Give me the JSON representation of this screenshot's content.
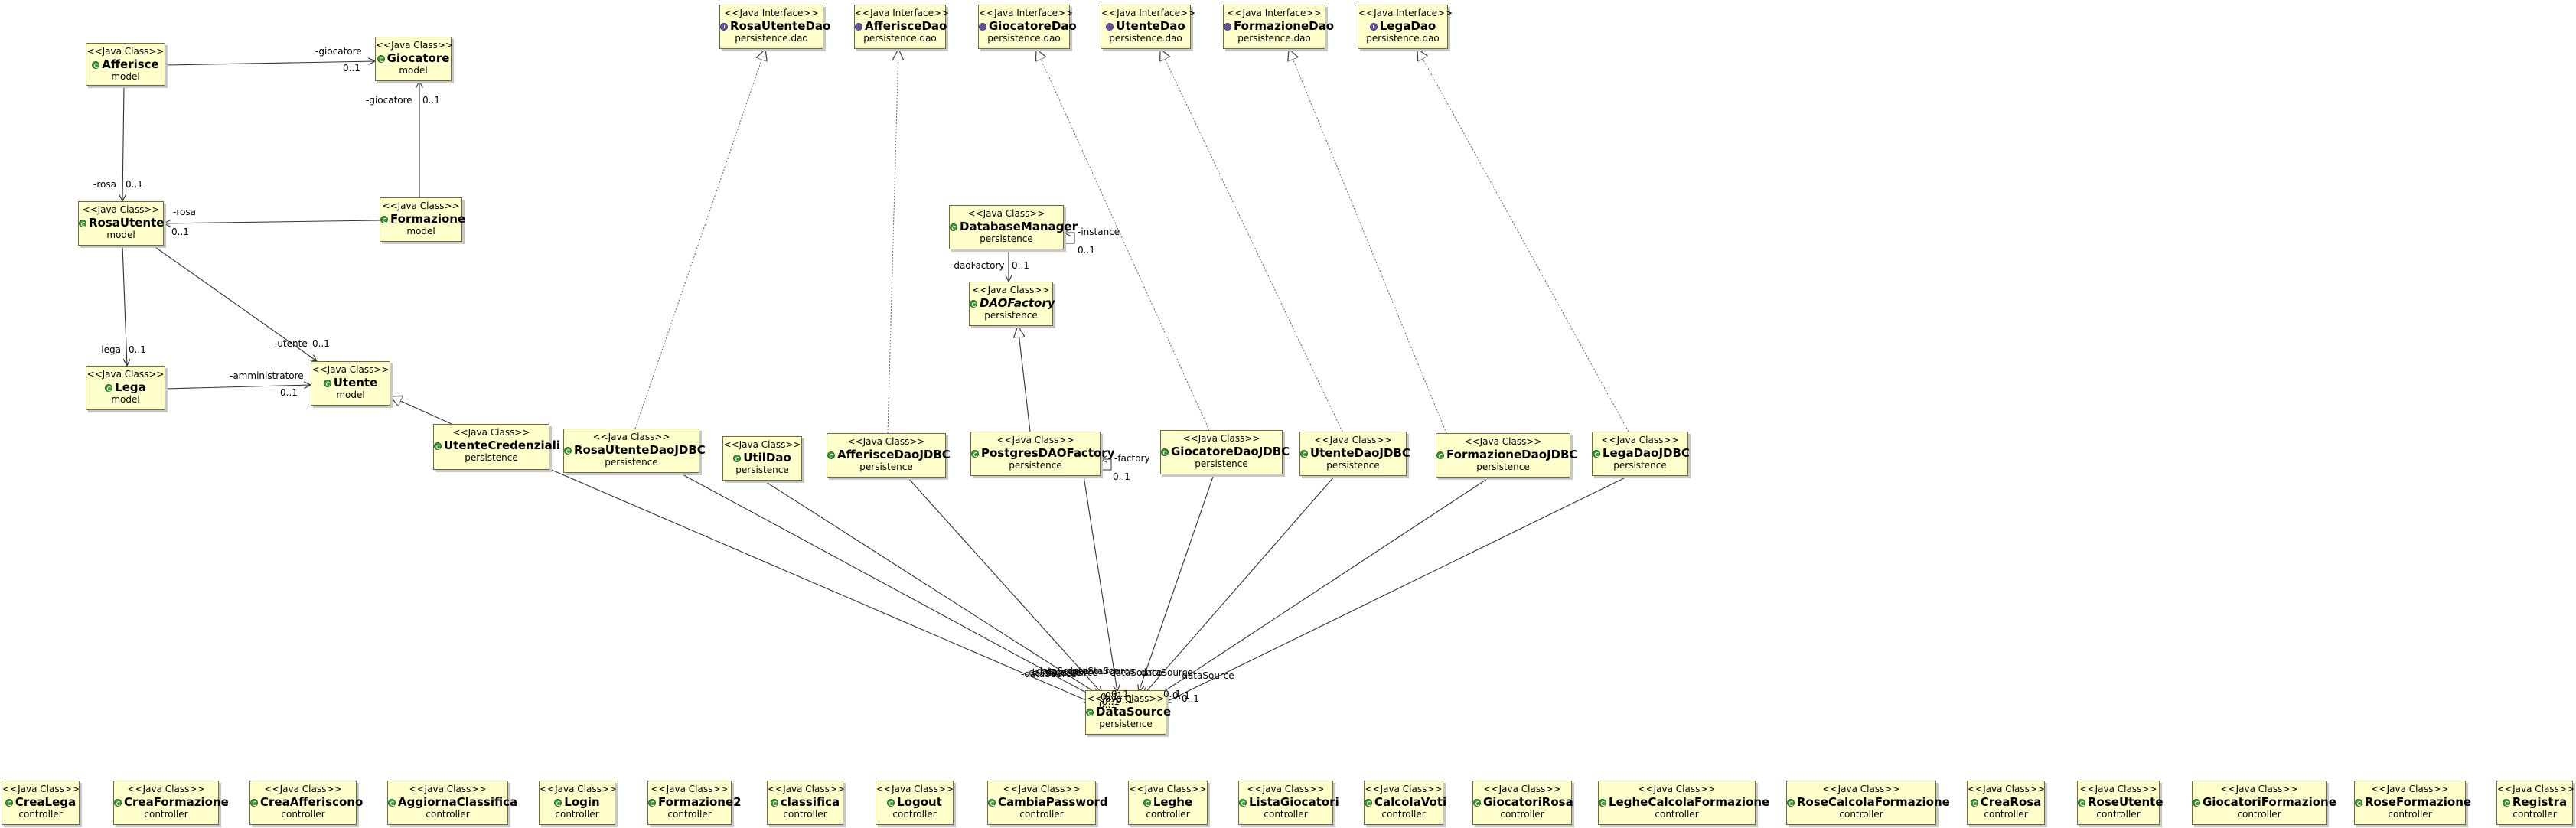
{
  "stereotypes": {
    "class": "<<Java Class>>",
    "interface": "<<Java Interface>>"
  },
  "nodes": [
    {
      "id": "Afferisce",
      "kind": "class",
      "name": "Afferisce",
      "pkg": "model"
    },
    {
      "id": "Giocatore",
      "kind": "class",
      "name": "Giocatore",
      "pkg": "model"
    },
    {
      "id": "RosaUtente",
      "kind": "class",
      "name": "RosaUtente",
      "pkg": "model"
    },
    {
      "id": "Formazione",
      "kind": "class",
      "name": "Formazione",
      "pkg": "model"
    },
    {
      "id": "Lega",
      "kind": "class",
      "name": "Lega",
      "pkg": "model"
    },
    {
      "id": "Utente",
      "kind": "class",
      "name": "Utente",
      "pkg": "model"
    },
    {
      "id": "UtenteCredenziali",
      "kind": "class",
      "name": "UtenteCredenziali",
      "pkg": "persistence"
    },
    {
      "id": "RosaUtenteDao",
      "kind": "interface",
      "name": "RosaUtenteDao",
      "pkg": "persistence.dao"
    },
    {
      "id": "AfferisceDao",
      "kind": "interface",
      "name": "AfferisceDao",
      "pkg": "persistence.dao"
    },
    {
      "id": "GiocatoreDao",
      "kind": "interface",
      "name": "GiocatoreDao",
      "pkg": "persistence.dao"
    },
    {
      "id": "UtenteDao",
      "kind": "interface",
      "name": "UtenteDao",
      "pkg": "persistence.dao"
    },
    {
      "id": "FormazioneDao",
      "kind": "interface",
      "name": "FormazioneDao",
      "pkg": "persistence.dao"
    },
    {
      "id": "LegaDao",
      "kind": "interface",
      "name": "LegaDao",
      "pkg": "persistence.dao"
    },
    {
      "id": "DatabaseManager",
      "kind": "class",
      "name": "DatabaseManager",
      "pkg": "persistence"
    },
    {
      "id": "DAOFactory",
      "kind": "class",
      "name": "DAOFactory",
      "pkg": "persistence",
      "abstract": true
    },
    {
      "id": "RosaUtenteDaoJDBC",
      "kind": "class",
      "name": "RosaUtenteDaoJDBC",
      "pkg": "persistence"
    },
    {
      "id": "UtilDao",
      "kind": "class",
      "name": "UtilDao",
      "pkg": "persistence"
    },
    {
      "id": "AfferisceDaoJDBC",
      "kind": "class",
      "name": "AfferisceDaoJDBC",
      "pkg": "persistence"
    },
    {
      "id": "PostgresDAOFactory",
      "kind": "class",
      "name": "PostgresDAOFactory",
      "pkg": "persistence"
    },
    {
      "id": "GiocatoreDaoJDBC",
      "kind": "class",
      "name": "GiocatoreDaoJDBC",
      "pkg": "persistence"
    },
    {
      "id": "UtenteDaoJDBC",
      "kind": "class",
      "name": "UtenteDaoJDBC",
      "pkg": "persistence"
    },
    {
      "id": "FormazioneDaoJDBC",
      "kind": "class",
      "name": "FormazioneDaoJDBC",
      "pkg": "persistence"
    },
    {
      "id": "LegaDaoJDBC",
      "kind": "class",
      "name": "LegaDaoJDBC",
      "pkg": "persistence"
    },
    {
      "id": "DataSource",
      "kind": "class",
      "name": "DataSource",
      "pkg": "persistence"
    },
    {
      "id": "CreaLega",
      "kind": "class",
      "name": "CreaLega",
      "pkg": "controller"
    },
    {
      "id": "CreaFormazione",
      "kind": "class",
      "name": "CreaFormazione",
      "pkg": "controller"
    },
    {
      "id": "CreaAfferiscono",
      "kind": "class",
      "name": "CreaAfferiscono",
      "pkg": "controller"
    },
    {
      "id": "AggiornaClassifica",
      "kind": "class",
      "name": "AggiornaClassifica",
      "pkg": "controller"
    },
    {
      "id": "Login",
      "kind": "class",
      "name": "Login",
      "pkg": "controller"
    },
    {
      "id": "Formazione2",
      "kind": "class",
      "name": "Formazione2",
      "pkg": "controller"
    },
    {
      "id": "classifica",
      "kind": "class",
      "name": "classifica",
      "pkg": "controller"
    },
    {
      "id": "Logout",
      "kind": "class",
      "name": "Logout",
      "pkg": "controller"
    },
    {
      "id": "CambiaPassword",
      "kind": "class",
      "name": "CambiaPassword",
      "pkg": "controller"
    },
    {
      "id": "Leghe",
      "kind": "class",
      "name": "Leghe",
      "pkg": "controller"
    },
    {
      "id": "ListaGiocatori",
      "kind": "class",
      "name": "ListaGiocatori",
      "pkg": "controller"
    },
    {
      "id": "CalcolaVoti",
      "kind": "class",
      "name": "CalcolaVoti",
      "pkg": "controller"
    },
    {
      "id": "GiocatoriRosa",
      "kind": "class",
      "name": "GiocatoriRosa",
      "pkg": "controller"
    },
    {
      "id": "LegheCalcolaFormazione",
      "kind": "class",
      "name": "LegheCalcolaFormazione",
      "pkg": "controller"
    },
    {
      "id": "RoseCalcolaFormazione",
      "kind": "class",
      "name": "RoseCalcolaFormazione",
      "pkg": "controller"
    },
    {
      "id": "CreaRosa",
      "kind": "class",
      "name": "CreaRosa",
      "pkg": "controller"
    },
    {
      "id": "RoseUtente",
      "kind": "class",
      "name": "RoseUtente",
      "pkg": "controller"
    },
    {
      "id": "GiocatoriFormazione",
      "kind": "class",
      "name": "GiocatoriFormazione",
      "pkg": "controller"
    },
    {
      "id": "RoseFormazione",
      "kind": "class",
      "name": "RoseFormazione",
      "pkg": "controller"
    },
    {
      "id": "Registra",
      "kind": "class",
      "name": "Registra",
      "pkg": "controller"
    }
  ],
  "edges": [
    {
      "id": "afferisce-giocatore",
      "type": "association",
      "from": "Afferisce",
      "to": "Giocatore",
      "role": "-giocatore",
      "mult": "0..1"
    },
    {
      "id": "formazione-giocatore",
      "type": "association",
      "from": "Formazione",
      "to": "Giocatore",
      "role": "-giocatore",
      "mult": "0..1"
    },
    {
      "id": "afferisce-rosa",
      "type": "association",
      "from": "Afferisce",
      "to": "RosaUtente",
      "role": "-rosa",
      "mult": "0..1"
    },
    {
      "id": "formazione-rosa",
      "type": "association",
      "from": "Formazione",
      "to": "RosaUtente",
      "role": "-rosa",
      "mult": "0..1"
    },
    {
      "id": "rosa-lega",
      "type": "association",
      "from": "RosaUtente",
      "to": "Lega",
      "role": "-lega",
      "mult": "0..1"
    },
    {
      "id": "rosa-utente",
      "type": "association",
      "from": "RosaUtente",
      "to": "Utente",
      "role": "-utente",
      "mult": "0..1"
    },
    {
      "id": "lega-utente",
      "type": "association",
      "from": "Lega",
      "to": "Utente",
      "role": "-amministratore",
      "mult": "0..1"
    },
    {
      "id": "credenziali-utente",
      "type": "generalization",
      "from": "UtenteCredenziali",
      "to": "Utente"
    },
    {
      "id": "dbm-self",
      "type": "self",
      "from": "DatabaseManager",
      "to": "DatabaseManager",
      "role": "-instance",
      "mult": "0..1"
    },
    {
      "id": "dbm-factory",
      "type": "association",
      "from": "DatabaseManager",
      "to": "DAOFactory",
      "role": "-daoFactory",
      "mult": "0..1"
    },
    {
      "id": "postgres-factory",
      "type": "generalization",
      "from": "PostgresDAOFactory",
      "to": "DAOFactory"
    },
    {
      "id": "postgres-self",
      "type": "self",
      "from": "PostgresDAOFactory",
      "to": "PostgresDAOFactory",
      "role": "-factory",
      "mult": "0..1"
    },
    {
      "id": "rosajdbc-real",
      "type": "realization",
      "from": "RosaUtenteDaoJDBC",
      "to": "RosaUtenteDao"
    },
    {
      "id": "affjdbc-real",
      "type": "realization",
      "from": "AfferisceDaoJDBC",
      "to": "AfferisceDao"
    },
    {
      "id": "giocjdbc-real",
      "type": "realization",
      "from": "GiocatoreDaoJDBC",
      "to": "GiocatoreDao"
    },
    {
      "id": "utjdbc-real",
      "type": "realization",
      "from": "UtenteDaoJDBC",
      "to": "UtenteDao"
    },
    {
      "id": "formjdbc-real",
      "type": "realization",
      "from": "FormazioneDaoJDBC",
      "to": "FormazioneDao"
    },
    {
      "id": "legajdbc-real",
      "type": "realization",
      "from": "LegaDaoJDBC",
      "to": "LegaDao"
    },
    {
      "id": "ds-cred",
      "type": "association",
      "from": "UtenteCredenziali",
      "to": "DataSource",
      "role": "-dataSource",
      "mult": "0..1"
    },
    {
      "id": "ds-rosa",
      "type": "association",
      "from": "RosaUtenteDaoJDBC",
      "to": "DataSource",
      "role": "-dataSource",
      "mult": "0..1"
    },
    {
      "id": "ds-util",
      "type": "association",
      "from": "UtilDao",
      "to": "DataSource",
      "role": "-dataSource",
      "mult": "0..1"
    },
    {
      "id": "ds-aff",
      "type": "association",
      "from": "AfferisceDaoJDBC",
      "to": "DataSource",
      "role": "-dataSource",
      "mult": "0..1"
    },
    {
      "id": "ds-pg",
      "type": "association",
      "from": "PostgresDAOFactory",
      "to": "DataSource",
      "role": "-dataSource",
      "mult": "0..1"
    },
    {
      "id": "ds-gioc",
      "type": "association",
      "from": "GiocatoreDaoJDBC",
      "to": "DataSource",
      "role": "-dataSource",
      "mult": "0..1"
    },
    {
      "id": "ds-ut",
      "type": "association",
      "from": "UtenteDaoJDBC",
      "to": "DataSource",
      "role": "-dataSource",
      "mult": "0..1"
    },
    {
      "id": "ds-form",
      "type": "association",
      "from": "FormazioneDaoJDBC",
      "to": "DataSource",
      "role": "-dataSource",
      "mult": "0..1"
    },
    {
      "id": "ds-lega",
      "type": "association",
      "from": "LegaDaoJDBC",
      "to": "DataSource",
      "role": "-dataSource",
      "mult": "0..1"
    }
  ]
}
